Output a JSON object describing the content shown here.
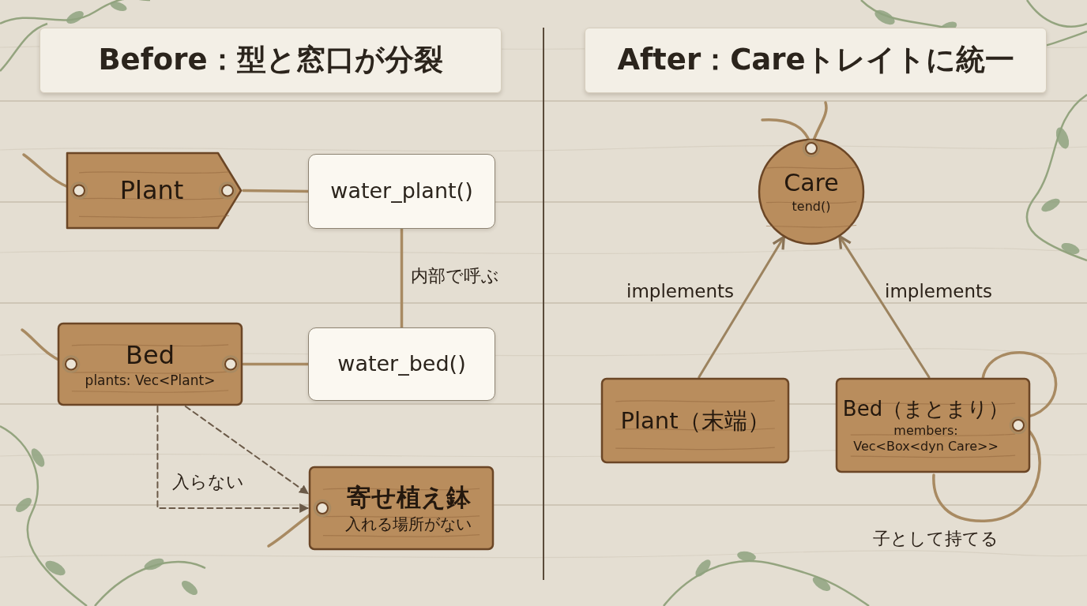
{
  "diagram": {
    "nodes": [
      {
        "text": [
          "Before：型と窓口が分裂"
        ]
      },
      {
        "text": [
          "Plant"
        ]
      },
      {
        "text": [
          "water_plant()"
        ]
      },
      {
        "text": [
          "Bed",
          "plants: Vec<Plant>"
        ]
      },
      {
        "text": [
          "water_bed()"
        ]
      },
      {
        "text": [
          "寄せ植え鉢",
          "入れる場所がない"
        ]
      },
      {
        "text": [
          "After：Careトレイトに統一"
        ]
      },
      {
        "text": [
          "Care",
          "tend()"
        ]
      },
      {
        "text": [
          "Plant（末端）"
        ]
      },
      {
        "text": [
          "Bed（まとまり）",
          "members: Vec<Box<dyn Care>>"
        ]
      }
    ],
    "edges": [
      {
        "from": 1,
        "to": 2,
        "arrow": "none"
      },
      {
        "from": 2,
        "to": 4,
        "label": "内部で呼ぶ",
        "arrow": "none"
      },
      {
        "from": 3,
        "to": 4,
        "arrow": "none"
      },
      {
        "from": 3,
        "to": 5,
        "label": "入らない",
        "arrow": "to"
      },
      {
        "from": 3,
        "to": 5,
        "arrow": "to"
      },
      {
        "from": 8,
        "to": 7,
        "label": "implements",
        "arrow": "to"
      },
      {
        "from": 9,
        "to": 7,
        "label": "implements",
        "arrow": "to"
      }
    ],
    "labels": [
      "子として持てる"
    ]
  }
}
